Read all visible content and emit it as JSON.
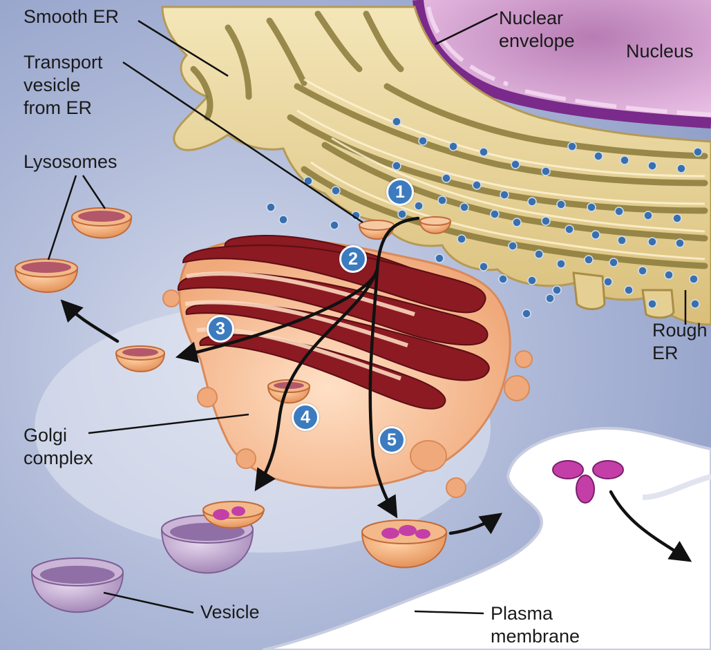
{
  "labels": {
    "smooth_er": "Smooth ER",
    "transport_vesicle": "Transport\nvesicle\nfrom ER",
    "lysosomes": "Lysosomes",
    "nuclear_envelope": "Nuclear\nenvelope",
    "nucleus": "Nucleus",
    "rough_er": "Rough\nER",
    "golgi_complex": "Golgi\ncomplex",
    "vesicle": "Vesicle",
    "plasma_membrane": "Plasma\nmembrane"
  },
  "steps": [
    "1",
    "2",
    "3",
    "4",
    "5"
  ],
  "colors": {
    "cytoplasm": "#a9b8d9",
    "er": "#e8d49a",
    "er_shadow": "#8a7a3a",
    "nucleus": "#d9a8d6",
    "nuclear_envelope": "#7a2a8a",
    "golgi_body": "#f4b88c",
    "golgi_cisternae": "#8c1a22",
    "ribosome": "#3a6fae",
    "vesicle_cup": "#f2a874",
    "vesicle_purple": "#b79cc4",
    "cargo": "#c43ea8",
    "step_badge": "#3d7bbf"
  }
}
